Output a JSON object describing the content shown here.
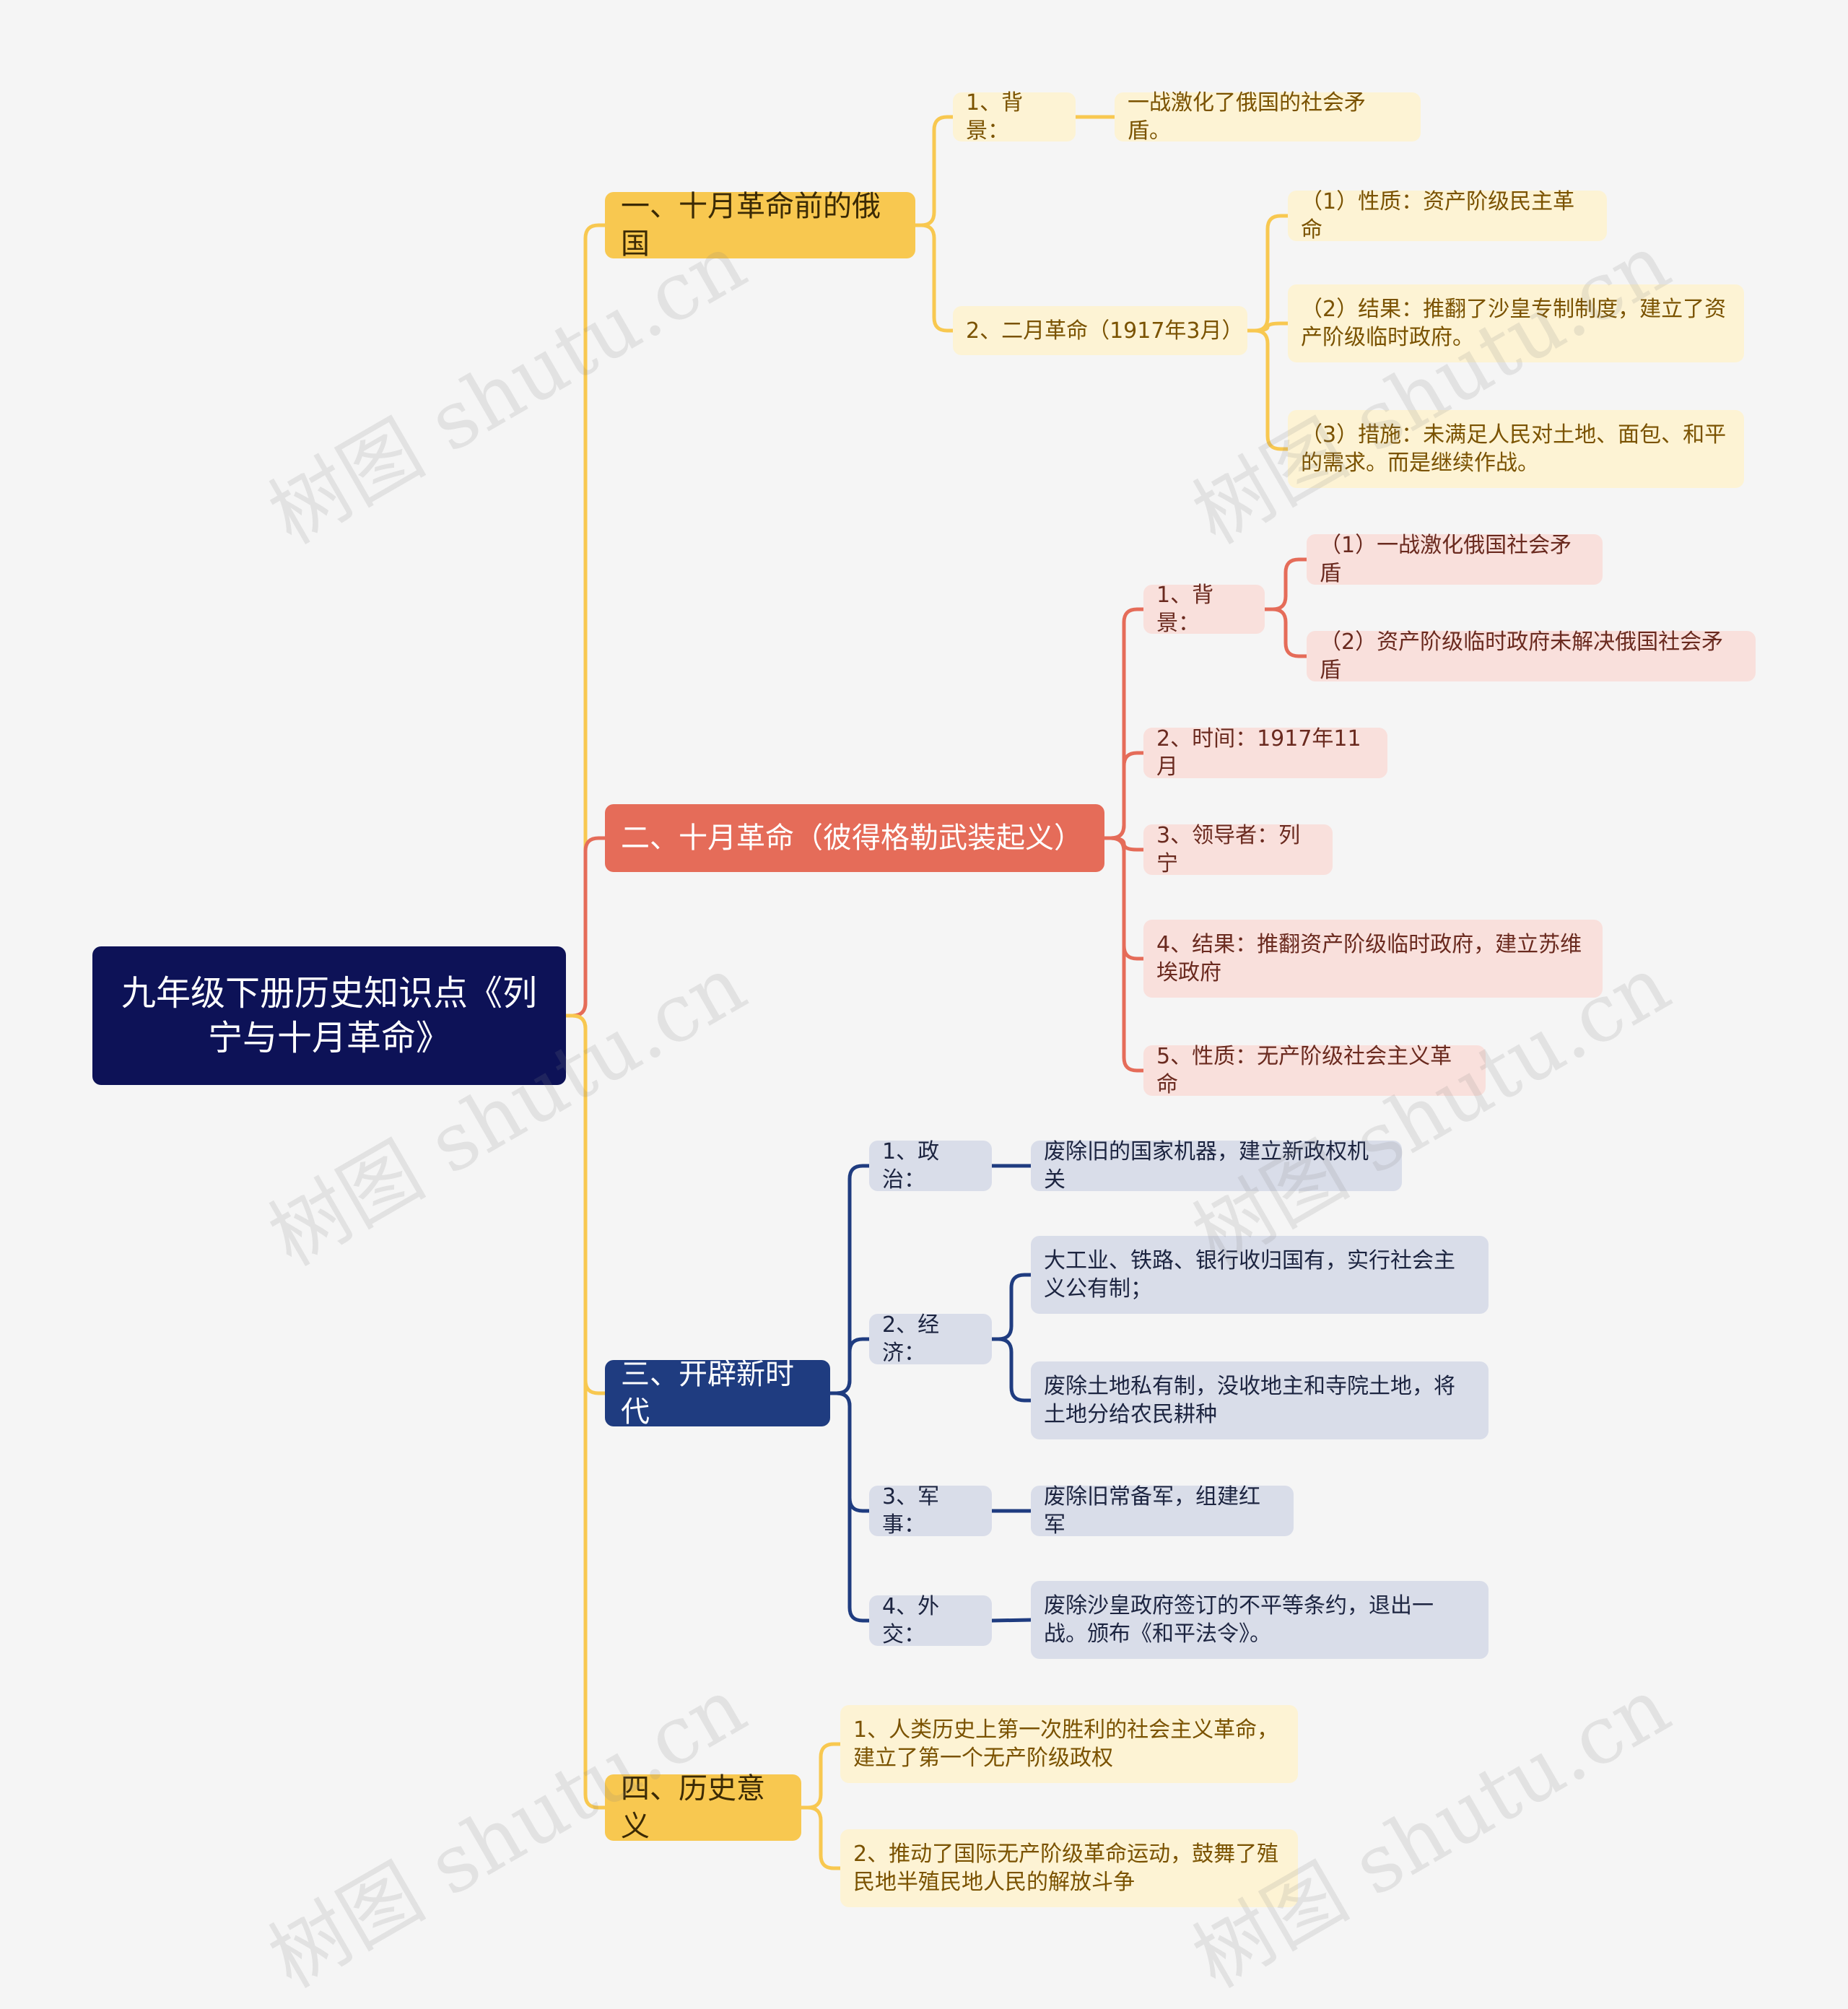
{
  "root": {
    "title": "九年级下册历史知识点《列宁与十月革命》"
  },
  "branch1": {
    "label": "一、十月革命前的俄国",
    "background": {
      "label": "1、背景：",
      "detail": "一战激化了俄国的社会矛盾。"
    },
    "feb": {
      "label": "2、二月革命（1917年3月）",
      "items": [
        "（1）性质：资产阶级民主革命",
        "（2）结果：推翻了沙皇专制制度，建立了资产阶级临时政府。",
        "（3）措施：未满足人民对土地、面包、和平的需求。而是继续作战。"
      ]
    }
  },
  "branch2": {
    "label": "二、十月革命（彼得格勒武装起义）",
    "background": {
      "label": "1、背景：",
      "items": [
        "（1）一战激化俄国社会矛盾",
        "（2）资产阶级临时政府未解决俄国社会矛盾"
      ]
    },
    "time": "2、时间：1917年11月",
    "leader": "3、领导者：列宁",
    "result": "4、结果：推翻资产阶级临时政府，建立苏维埃政府",
    "nature": "5、性质：无产阶级社会主义革命"
  },
  "branch3": {
    "label": "三、开辟新时代",
    "politics": {
      "label": "1、政治：",
      "detail": "废除旧的国家机器，建立新政权机关"
    },
    "economy": {
      "label": "2、经济：",
      "items": [
        "大工业、铁路、银行收归国有，实行社会主义公有制；",
        "废除土地私有制，没收地主和寺院土地，将土地分给农民耕种"
      ]
    },
    "military": {
      "label": "3、军事：",
      "detail": "废除旧常备军，组建红军"
    },
    "diplomacy": {
      "label": "4、外交：",
      "detail": "废除沙皇政府签订的不平等条约，退出一战。颁布《和平法令》。"
    }
  },
  "branch4": {
    "label": "四、历史意义",
    "items": [
      "1、人类历史上第一次胜利的社会主义革命，建立了第一个无产阶级政权",
      "2、推动了国际无产阶级革命运动，鼓舞了殖民地半殖民地人民的解放斗争"
    ]
  },
  "watermark": "树图 shutu.cn",
  "colors": {
    "yellow": "#f8c850",
    "red": "#e56c59",
    "navy": "#1f3c80",
    "root": "#0d1257"
  }
}
